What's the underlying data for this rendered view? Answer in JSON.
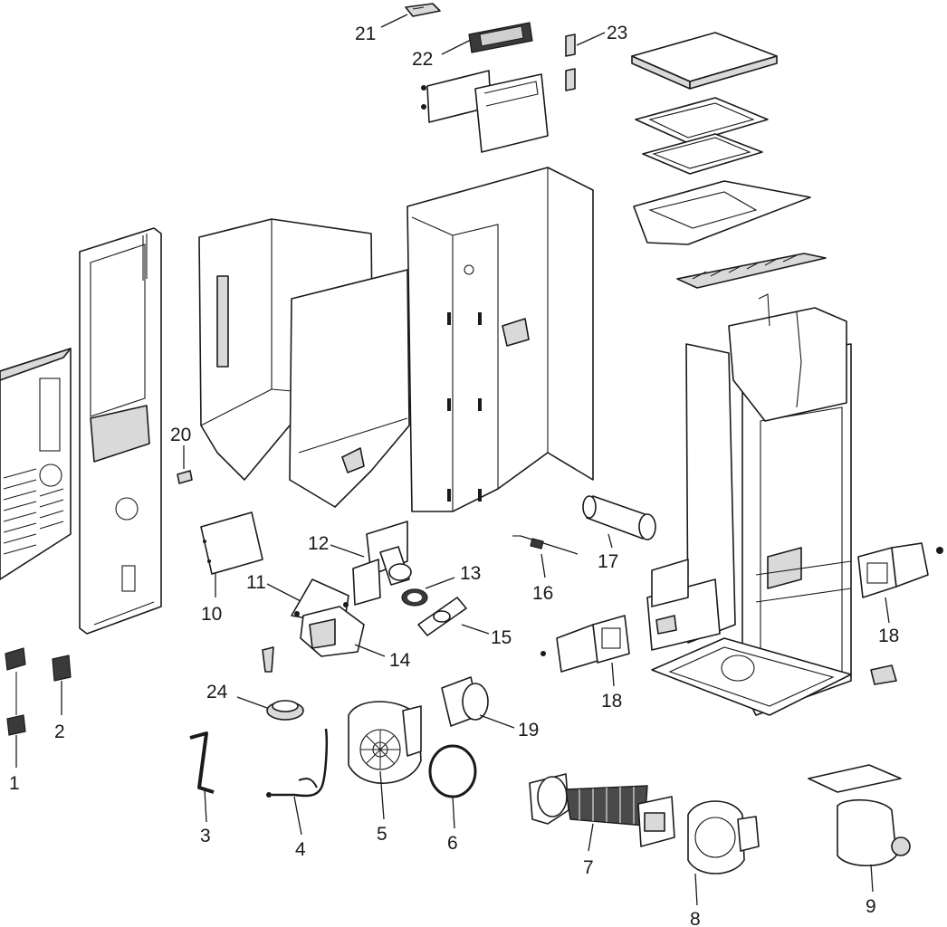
{
  "diagram": {
    "type": "exploded-parts-diagram",
    "callouts": [
      "1",
      "2",
      "3",
      "4",
      "5",
      "6",
      "7",
      "8",
      "9",
      "10",
      "11",
      "12",
      "13",
      "14",
      "15",
      "16",
      "17",
      "18",
      "18",
      "19",
      "20",
      "21",
      "22",
      "23",
      "24"
    ]
  }
}
